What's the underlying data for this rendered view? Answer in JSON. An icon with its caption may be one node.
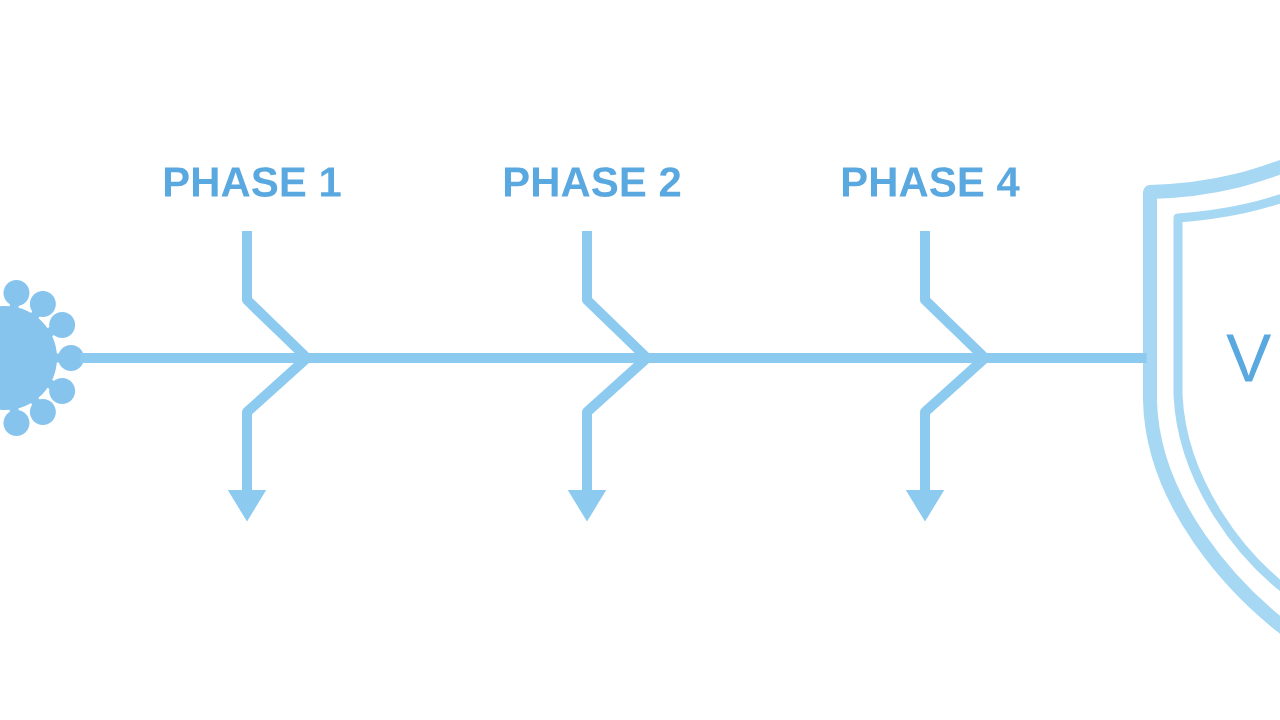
{
  "diagram": {
    "nodes": [
      {
        "text": [
          "PHASE 1"
        ]
      },
      {
        "text": [
          "PHASE 2"
        ]
      },
      {
        "text": [
          "PHASE 4"
        ]
      },
      {
        "text": [],
        "shape": "picture"
      },
      {
        "text": [
          "V"
        ]
      }
    ],
    "edges": [
      {
        "from": 3,
        "to": 4,
        "arrow": "none"
      },
      {
        "from": 0,
        "to": null,
        "arrow": "to"
      },
      {
        "from": 1,
        "to": null,
        "arrow": "to"
      },
      {
        "from": 2,
        "to": null,
        "arrow": "to"
      }
    ]
  }
}
